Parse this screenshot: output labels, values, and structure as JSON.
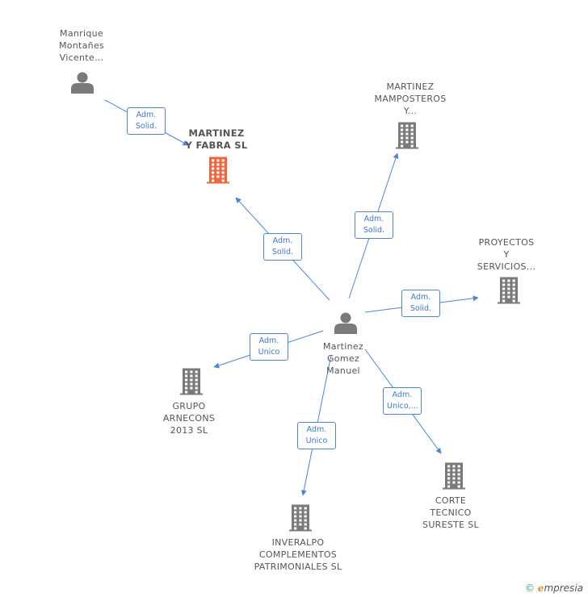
{
  "colors": {
    "edge": "#4a86d8",
    "node_gray": "#7a7a7a",
    "node_focus": "#f0663a",
    "label_text": "#555555",
    "badge_text": "#3b78cc"
  },
  "nodes": [
    {
      "id": "manrique",
      "kind": "person",
      "label": [
        "Manrique",
        "Montañes",
        "Vicente..."
      ]
    },
    {
      "id": "martinez_fabra",
      "kind": "company",
      "focus": true,
      "label": [
        "MARTINEZ",
        "Y FABRA SL"
      ]
    },
    {
      "id": "martinez_mamposteros",
      "kind": "company",
      "label": [
        "MARTINEZ",
        "MAMPOSTEROS",
        "Y..."
      ]
    },
    {
      "id": "proyectos",
      "kind": "company",
      "label": [
        "PROYECTOS",
        "Y",
        "SERVICIOS..."
      ]
    },
    {
      "id": "martinez_gomez",
      "kind": "person",
      "label": [
        "Martinez",
        "Gomez",
        "Manuel"
      ]
    },
    {
      "id": "grupo",
      "kind": "company",
      "label": [
        "GRUPO",
        "ARNECONS",
        "2013 SL"
      ]
    },
    {
      "id": "inveralpo",
      "kind": "company",
      "label": [
        "INVERALPO",
        "COMPLEMENTOS",
        "PATRIMONIALES SL"
      ]
    },
    {
      "id": "corte",
      "kind": "company",
      "label": [
        "CORTE",
        "TECNICO",
        "SURESTE SL"
      ]
    }
  ],
  "edges": [
    {
      "id": "e1",
      "from": "manrique",
      "to": "martinez_fabra",
      "label": [
        "Adm.",
        "Solid."
      ]
    },
    {
      "id": "e2",
      "from": "martinez_gomez",
      "to": "martinez_fabra",
      "label": [
        "Adm.",
        "Solid."
      ]
    },
    {
      "id": "e3",
      "from": "martinez_gomez",
      "to": "martinez_mamposteros",
      "label": [
        "Adm.",
        "Solid."
      ]
    },
    {
      "id": "e4",
      "from": "martinez_gomez",
      "to": "proyectos",
      "label": [
        "Adm.",
        "Solid."
      ]
    },
    {
      "id": "e5",
      "from": "martinez_gomez",
      "to": "grupo",
      "label": [
        "Adm.",
        "Unico"
      ]
    },
    {
      "id": "e6",
      "from": "martinez_gomez",
      "to": "inveralpo",
      "label": [
        "Adm.",
        "Unico"
      ]
    },
    {
      "id": "e7",
      "from": "martinez_gomez",
      "to": "corte",
      "label": [
        "Adm.",
        "Unico,..."
      ]
    }
  ],
  "footer": {
    "copyright_symbol": "©",
    "brand_initial": "ℯ",
    "brand_rest": "mpresia"
  }
}
